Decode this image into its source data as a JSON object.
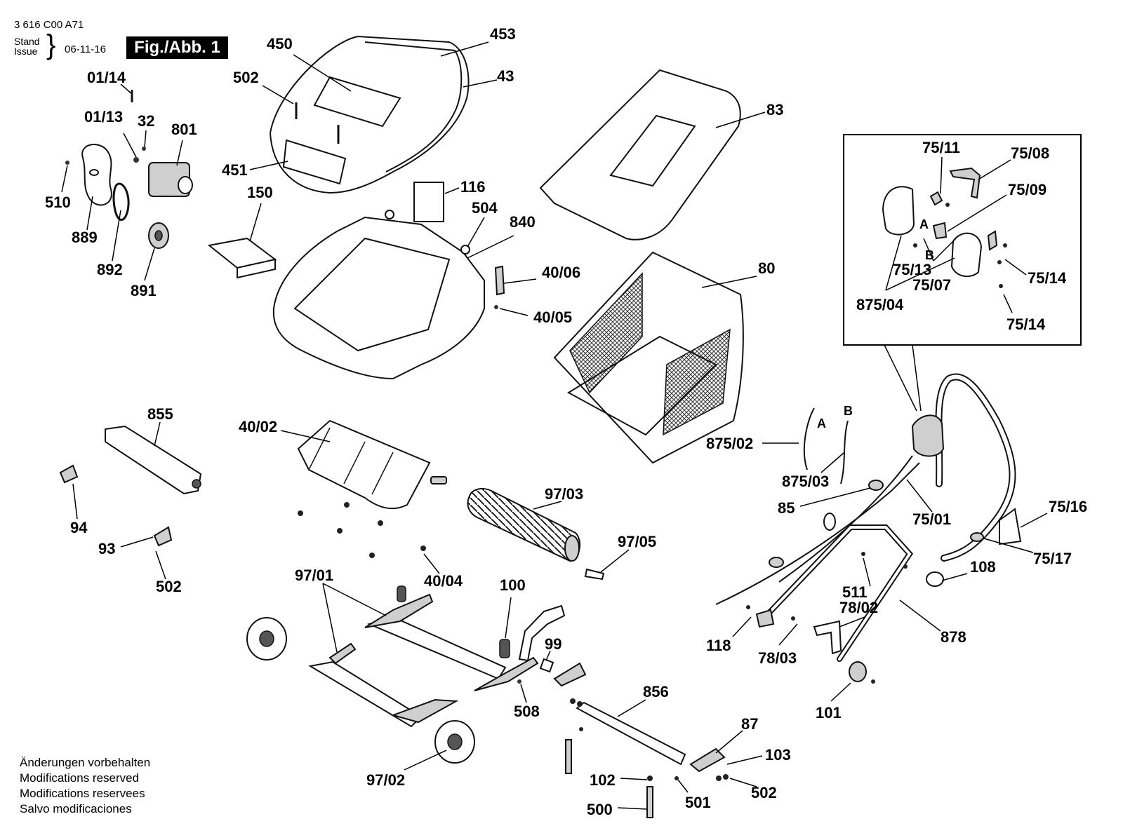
{
  "header": {
    "doc_id": "3 616 C00 A71",
    "stand": "Stand",
    "issue": "Issue",
    "date": "06-11-16",
    "figure_badge": "Fig./Abb. 1"
  },
  "notes": [
    "Änderungen vorbehalten",
    "Modifications reserved",
    "Modifications reservees",
    "Salvo modificaciones"
  ],
  "labels": {
    "p01_14": "01/14",
    "p01_13": "01/13",
    "p32": "32",
    "p801": "801",
    "p510": "510",
    "p889": "889",
    "p892": "892",
    "p891": "891",
    "p450": "450",
    "p453": "453",
    "p502_top": "502",
    "p43": "43",
    "p451": "451",
    "p150": "150",
    "p116": "116",
    "p504": "504",
    "p840": "840",
    "p40_06": "40/06",
    "p40_05": "40/05",
    "p83": "83",
    "p80": "80",
    "p855": "855",
    "p94": "94",
    "p93": "93",
    "p502_left": "502",
    "p40_02": "40/02",
    "p97_03": "97/03",
    "p97_05": "97/05",
    "p40_04": "40/04",
    "p97_01": "97/01",
    "p100": "100",
    "p99": "99",
    "p508": "508",
    "p97_02": "97/02",
    "p856": "856",
    "p87": "87",
    "p103": "103",
    "p502_bottom": "502",
    "p102": "102",
    "p501": "501",
    "p500": "500",
    "p75_11": "75/11",
    "p75_08": "75/08",
    "p75_09": "75/09",
    "pA_inset": "A",
    "pB_inset": "B",
    "p75_13": "75/13",
    "p75_07": "75/07",
    "p75_14a": "75/14",
    "p75_14b": "75/14",
    "p875_04": "875/04",
    "p875_02": "875/02",
    "pA": "A",
    "pB": "B",
    "p875_03": "875/03",
    "p85": "85",
    "p75_01": "75/01",
    "p75_16": "75/16",
    "p75_17": "75/17",
    "p108": "108",
    "p511": "511",
    "p78_02": "78/02",
    "p878": "878",
    "p118": "118",
    "p78_03": "78/03",
    "p101": "101"
  }
}
